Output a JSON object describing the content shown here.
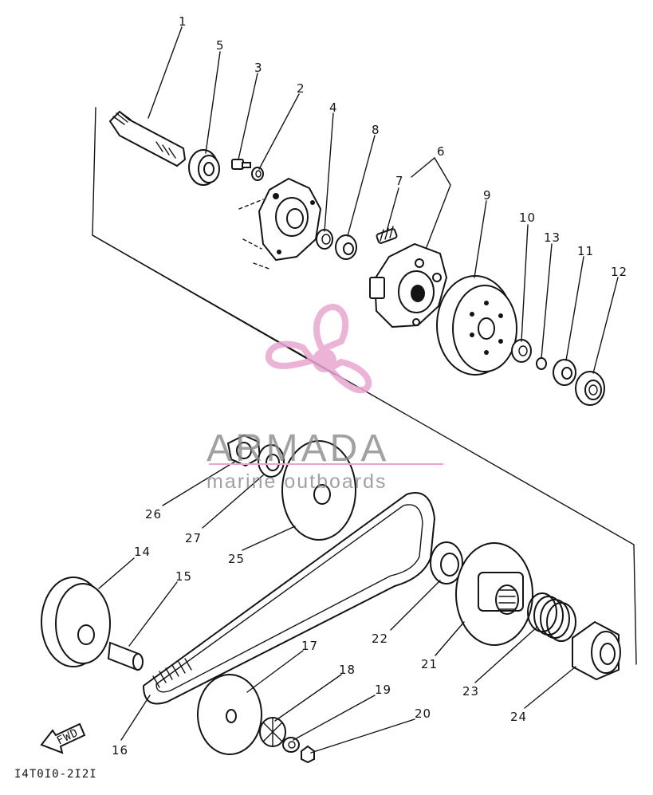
{
  "diagram": {
    "part_numbers": [
      "1",
      "2",
      "3",
      "4",
      "5",
      "6",
      "7",
      "8",
      "9",
      "10",
      "11",
      "12",
      "13",
      "14",
      "15",
      "16",
      "17",
      "18",
      "19",
      "20",
      "21",
      "22",
      "23",
      "24",
      "25",
      "26",
      "27"
    ],
    "direction_label": "FWD",
    "drawing_code": "I4T0I0-2I2I"
  },
  "watermark": {
    "brand": "ARMADA",
    "tagline": "marine outboards",
    "colors": {
      "brand_text": "#8a8a8a",
      "logo": "#e8a6cf",
      "rule": "#e8a6cf"
    }
  }
}
